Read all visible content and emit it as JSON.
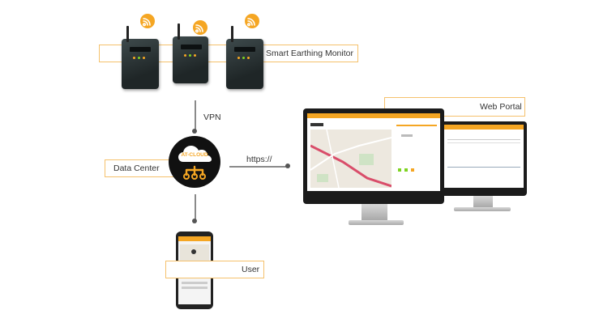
{
  "labels": {
    "smart_earthing_monitor": "Smart Earthing Monitor",
    "vpn": "VPN",
    "data_center": "Data Center",
    "https": "https://",
    "web_portal": "Web Portal",
    "user": "User",
    "cloud_text": "AT-CLOUD"
  },
  "colors": {
    "accent": "#f5a623",
    "box_border": "#f5c16c",
    "line": "#8a8a8a",
    "device": "#2a3335",
    "monitor": "#1b1b1b"
  },
  "icons": [
    "wifi-icon",
    "cloud-icon",
    "network-nodes-icon"
  ]
}
